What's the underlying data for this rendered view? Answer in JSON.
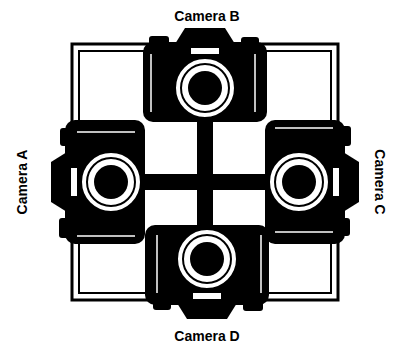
{
  "diagram": {
    "labels": [
      "Camera B",
      "Camera A",
      "Camera C",
      "Camera D"
    ]
  }
}
